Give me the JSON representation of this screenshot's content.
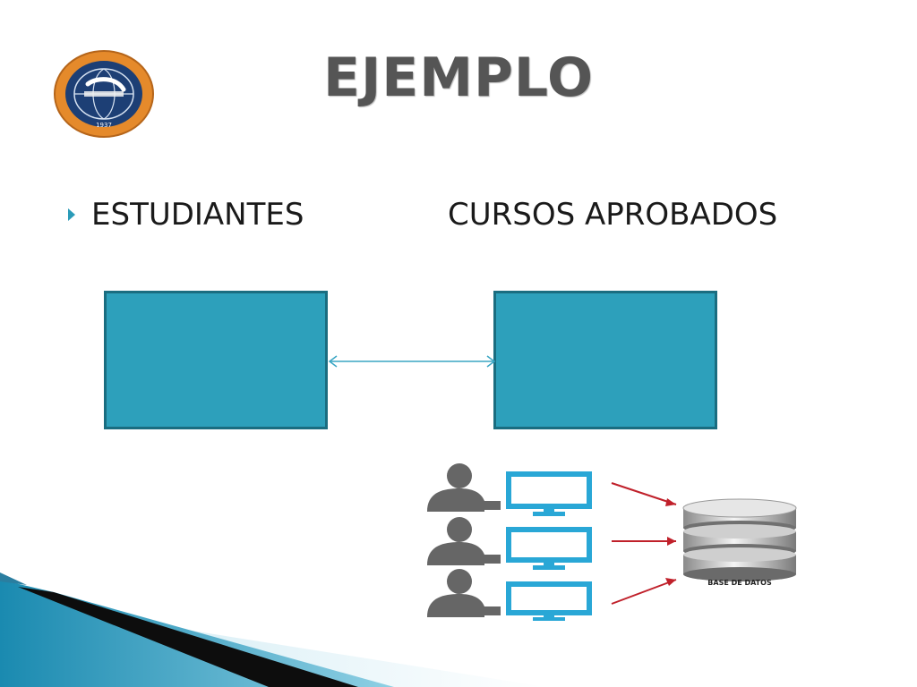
{
  "slide": {
    "title": "EJEMPLO",
    "entities": [
      {
        "label": "ESTUDIANTES"
      },
      {
        "label": "CURSOS APROBADOS"
      }
    ]
  },
  "figure": {
    "database_label": "BASE DE DATOS",
    "users": 3
  },
  "logo": {
    "year": "1937"
  },
  "colors": {
    "accent": "#2da0bb",
    "box_border": "#1a6d80",
    "title": "#555555",
    "logo_ring": "#e58a2b",
    "logo_inner": "#1d3f75",
    "connector_lines": "#c0202a",
    "monitor": "#29a7d6",
    "person": "#666666"
  }
}
